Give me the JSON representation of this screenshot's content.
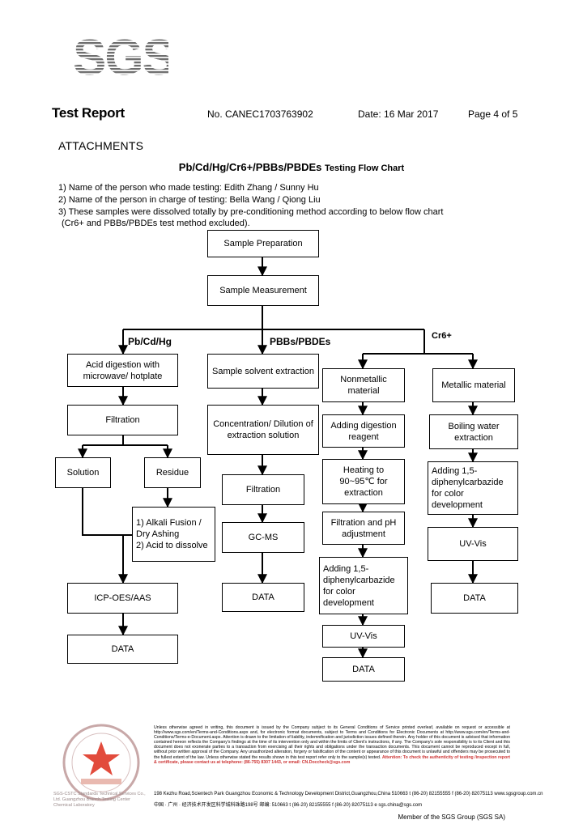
{
  "logo": {
    "text": "SGS"
  },
  "header": {
    "title": "Test Report",
    "number": "No. CANEC1703763902",
    "date": "Date: 16 Mar 2017",
    "page": "Page 4 of 5"
  },
  "attachments_heading": "ATTACHMENTS",
  "flow_title": {
    "main": "Pb/Cd/Hg/Cr6+/PBBs/PBDEs",
    "suffix": "Testing Flow Chart"
  },
  "notes": [
    "1) Name of the person who made testing: Edith Zhang / Sunny Hu",
    "2) Name of the person in charge of testing: Bella Wang / Qiong Liu",
    "3) These samples were dissolved totally by pre-conditioning method according to below flow chart",
    "(Cr6+ and PBBs/PBDEs test method excluded)."
  ],
  "flow": {
    "prep": "Sample Preparation",
    "measure": "Sample Measurement",
    "branch_labels": {
      "metals": "Pb/Cd/Hg",
      "pbb": "PBBs/PBDEs",
      "cr": "Cr6+"
    },
    "metals": {
      "acid": "Acid digestion with microwave/ hotplate",
      "filtration": "Filtration",
      "solution": "Solution",
      "residue": "Residue",
      "alkali": "1) Alkali Fusion / Dry Ashing\n2) Acid to dissolve",
      "icp": "ICP-OES/AAS",
      "data": "DATA"
    },
    "pbb": {
      "solvent": "Sample solvent extraction",
      "concentration": "Concentration/ Dilution of extraction solution",
      "filtration": "Filtration",
      "gcms": "GC-MS",
      "data": "DATA"
    },
    "cr_nonmetal": {
      "material": "Nonmetallic material",
      "digestion": "Adding digestion reagent",
      "heating": "Heating to 90~95℃ for extraction",
      "filtration": "Filtration and pH adjustment",
      "dpc": "Adding 1,5-diphenylcarbazide for color development",
      "uvvis": "UV-Vis",
      "data": "DATA"
    },
    "cr_metal": {
      "material": "Metallic material",
      "boiling": "Boiling water extraction",
      "dpc": "Adding 1,5-diphenylcarbazide for color development",
      "uvvis": "UV-Vis",
      "data": "DATA"
    }
  },
  "footer": {
    "stamp_text": "SGS-CSTC Standards Technical Services Co., Ltd. Guangzhou Branch Testing Center Chemical Laboratory",
    "disclaimer": "Unless otherwise agreed in writing, this document is issued by the Company subject to its General Conditions of Service printed overleaf, available on request or accessible at http://www.sgs.com/en/Terms-and-Conditions.aspx and, for electronic format documents, subject to Terms and Conditions for Electronic Documents at http://www.sgs.com/en/Terms-and-Conditions/Terms-e-Document.aspx. Attention is drawn to the limitation of liability, indemnification and jurisdiction issues defined therein. Any holder of this document is advised that information contained hereon reflects the Company's findings at the time of its intervention only and within the limits of Client's instructions, if any. The Company's sole responsibility is to its Client and this document does not exonerate parties to a transaction from exercising all their rights and obligations under the transaction documents. This document cannot be reproduced except in full, without prior written approval of the Company. Any unauthorized alteration, forgery or falsification of the content or appearance of this document is unlawful and offenders may be prosecuted to the fullest extent of the law. Unless otherwise stated the results shown in this test report refer only to the sample(s) tested.",
    "attention": "Attention: To check the authenticity of testing /inspection report & certificate, please contact us at telephone: (86-755) 8307 1443, or email: CN.Doccheck@sgs.com",
    "address_en": "198 Kezhu Road,Scientech Park Guangzhou Economic & Technology Development District,Guangzhou,China  510663   t (86-20) 82155555   f (86-20) 82075113   www.sgsgroup.com.cn",
    "address_cn": "中国 · 广州 · 经济技术开发区科学城科珠路198号      邮编: 510663   t (86-20) 82155555   f (86-20) 82075113   e sgs.china@sgs.com",
    "member": "Member of the SGS Group (SGS SA)"
  }
}
